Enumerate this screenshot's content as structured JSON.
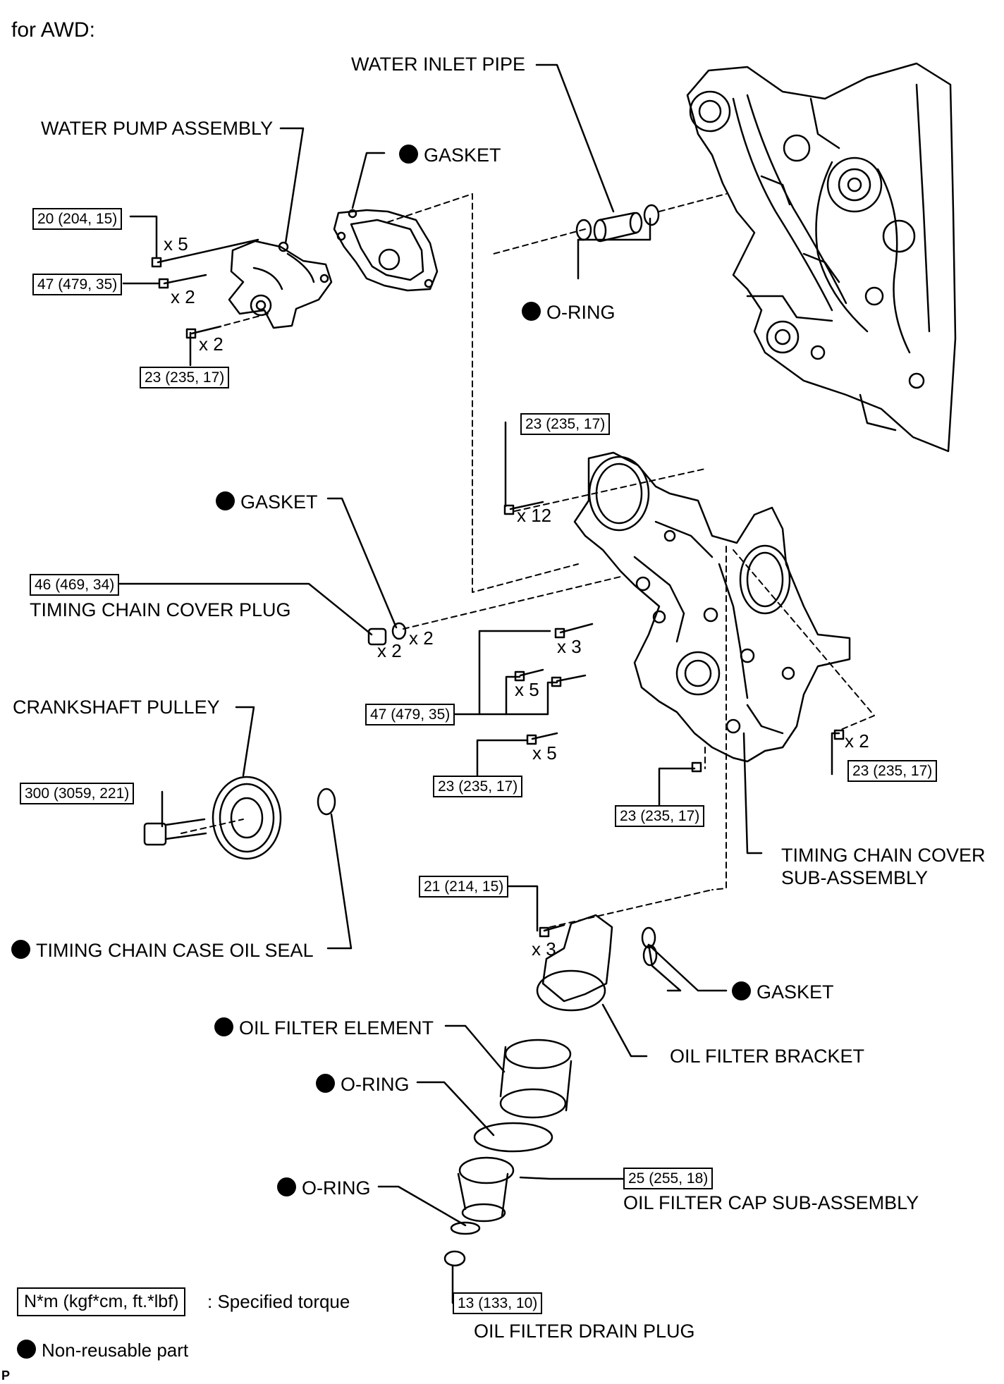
{
  "header": {
    "title": "for AWD:"
  },
  "labels": {
    "water_inlet_pipe": "WATER INLET PIPE",
    "water_pump_assembly": "WATER PUMP ASSEMBLY",
    "gasket_top": "GASKET",
    "o_ring_pipe": "O-RING",
    "gasket_plug": "GASKET",
    "timing_chain_cover_plug": "TIMING CHAIN COVER PLUG",
    "crankshaft_pulley": "CRANKSHAFT PULLEY",
    "timing_chain_cover_sub_1": "TIMING CHAIN COVER",
    "timing_chain_cover_sub_2": "SUB-ASSEMBLY",
    "timing_chain_case_oil_seal": "TIMING CHAIN CASE OIL SEAL",
    "gasket_bracket": "GASKET",
    "oil_filter_element": "OIL FILTER ELEMENT",
    "oil_filter_bracket": "OIL FILTER BRACKET",
    "o_ring_element": "O-RING",
    "o_ring_cap": "O-RING",
    "oil_filter_cap_sub_assembly": "OIL FILTER CAP SUB-ASSEMBLY",
    "oil_filter_drain_plug": "OIL FILTER DRAIN PLUG"
  },
  "torques": {
    "wp_upper": "20 (204, 15)",
    "wp_middle": "47 (479, 35)",
    "wp_lower": "23 (235, 17)",
    "cover_top": "23 (235, 17)",
    "cover_plug": "46 (469, 34)",
    "cover_left": "47 (479, 35)",
    "cover_lower_left": "23 (235, 17)",
    "cover_bottom": "23 (235, 17)",
    "cover_right": "23 (235, 17)",
    "crank_bolt": "300 (3059, 221)",
    "bracket": "21 (214, 15)",
    "filter_cap": "25 (255, 18)",
    "drain_plug": "13 (133, 10)"
  },
  "quantities": {
    "wp_x5": "x 5",
    "wp_x2_a": "x 2",
    "wp_x2_b": "x 2",
    "cover_x12": "x 12",
    "plug_x2_a": "x 2",
    "plug_x2_b": "x 2",
    "cover_x3": "x 3",
    "cover_x5_a": "x 5",
    "cover_x5_b": "x 5",
    "cover_right_x2": "x 2",
    "bracket_x3": "x 3"
  },
  "legend": {
    "torque_box": "N*m (kgf*cm, ft.*lbf)",
    "torque_text": ": Specified torque",
    "nonreusable_text": "Non-reusable part"
  },
  "footer": {
    "letter": "P"
  }
}
